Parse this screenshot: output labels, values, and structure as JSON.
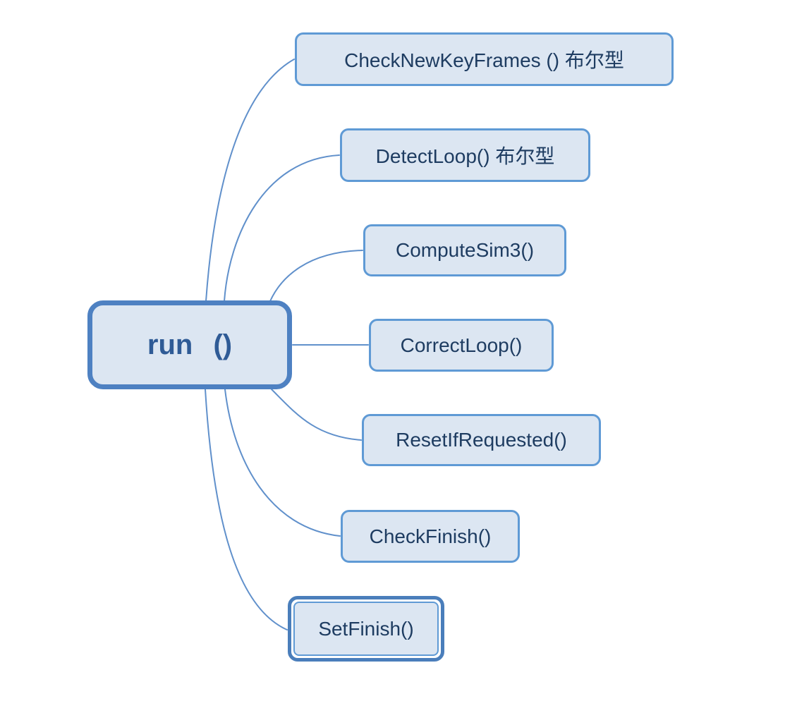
{
  "diagram": {
    "type": "mindmap",
    "root": {
      "label": "run ()"
    },
    "children": [
      {
        "label": "CheckNewKeyFrames () 布尔型",
        "selected": false
      },
      {
        "label": "DetectLoop() 布尔型",
        "selected": false
      },
      {
        "label": "ComputeSim3()",
        "selected": false
      },
      {
        "label": "CorrectLoop()",
        "selected": false
      },
      {
        "label": "ResetIfRequested()",
        "selected": false
      },
      {
        "label": "CheckFinish()",
        "selected": false
      },
      {
        "label": "SetFinish()",
        "selected": true
      }
    ],
    "colors": {
      "canvas_bg": "#ffffff",
      "node_fill": "#dce6f2",
      "root_border": "#4e81c2",
      "child_border": "#5f9ad5",
      "selected_border": "#4a7ebb",
      "connector": "#6090cb",
      "root_text": "#2f5b96",
      "child_text": "#1e3c61"
    }
  }
}
